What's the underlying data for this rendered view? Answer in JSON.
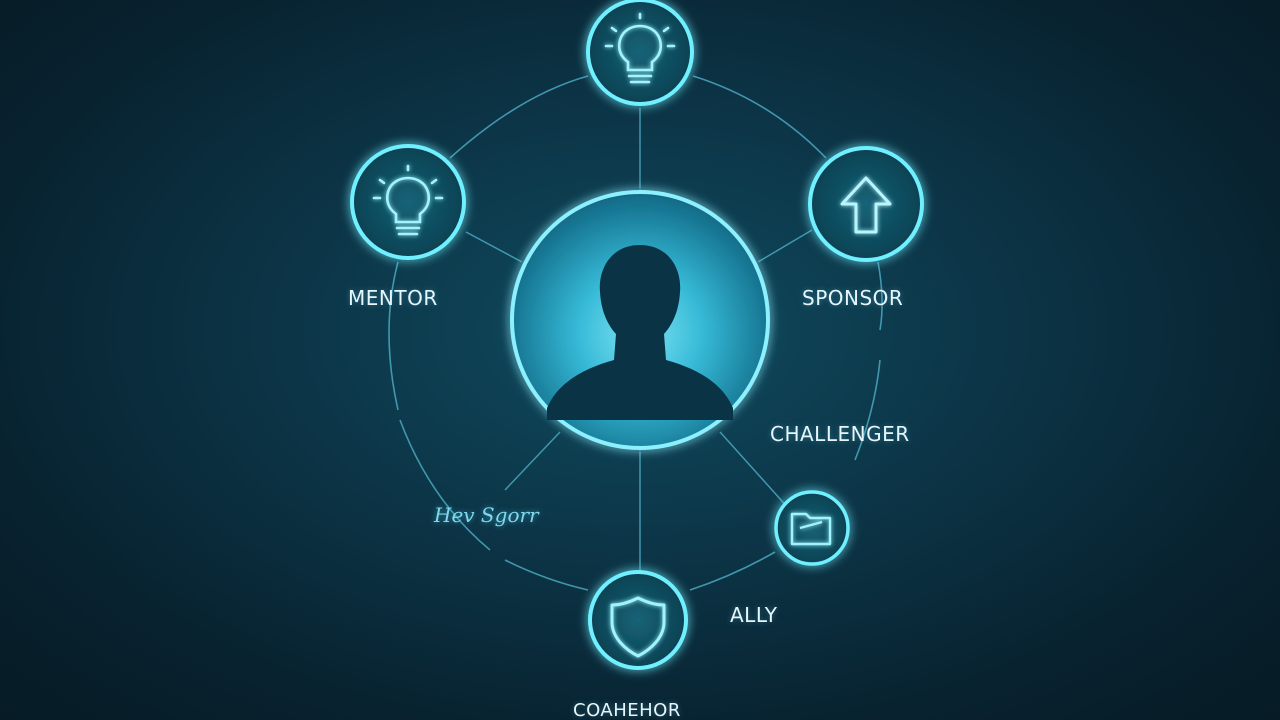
{
  "colors": {
    "background": "#0b2d3c",
    "node_glow": "#5fe0f5",
    "node_fill": "#0d4a5c",
    "line": "#4aa8c0",
    "label_text": "#e6f6fb",
    "center_fill": "#35b9d6",
    "silhouette": "#0b3346"
  },
  "center": {
    "icon": "person-silhouette-icon"
  },
  "nodes": [
    {
      "id": "top",
      "icon": "lightbulb-icon"
    },
    {
      "id": "mentor",
      "icon": "lightbulb-icon"
    },
    {
      "id": "sponsor",
      "icon": "arrow-up-icon"
    },
    {
      "id": "challenger",
      "icon": "folder-icon"
    },
    {
      "id": "bottom",
      "icon": "shield-icon"
    }
  ],
  "labels": {
    "mentor": "MENTOR",
    "sponsor": "SPONSOR",
    "challenger": "CHALLENGER",
    "ally": "ALLY",
    "coach": "COAHEHOR",
    "script": "Hev Sgorr"
  }
}
